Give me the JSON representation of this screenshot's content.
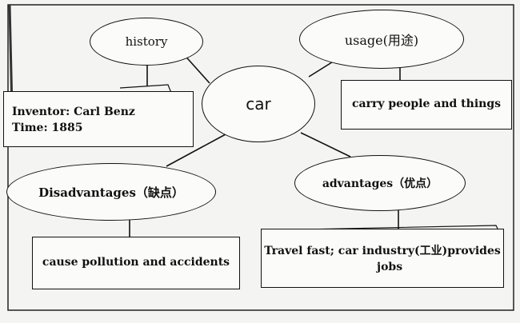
{
  "diagram": {
    "center": "car",
    "nodes": {
      "history": {
        "label": "history",
        "detail_line1": "Inventor: Carl Benz",
        "detail_line2": "Time: 1885"
      },
      "usage": {
        "label": "usage(用途)",
        "detail": "carry people and things"
      },
      "disadvantages": {
        "label": "Disadvantages（缺点）",
        "detail": "cause pollution and accidents"
      },
      "advantages": {
        "label": "advantages（优点）",
        "detail_line1": "Travel fast; car industry(工业)provides",
        "detail_line2": "jobs"
      }
    }
  }
}
